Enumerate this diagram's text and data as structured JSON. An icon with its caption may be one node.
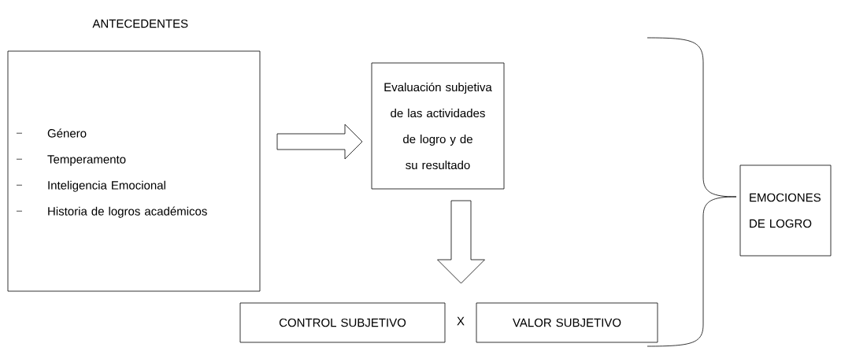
{
  "diagram": {
    "nodes": [
      {
        "text": [
          "ANTECEDENTES",
          "Género",
          "Temperamento",
          "Inteligencia Emocional",
          "Historia de logros académicos"
        ]
      },
      {
        "text": [
          "Evaluación subjetiva de las actividades de logro y de su resultado"
        ]
      },
      {
        "text": [
          "CONTROL SUBJETIVO"
        ]
      },
      {
        "text": [
          "VALOR SUBJETIVO"
        ]
      },
      {
        "text": [
          "EMOCIONES DE LOGRO"
        ]
      }
    ],
    "edges": [
      {
        "from": 0,
        "to": 1,
        "arrow": "to"
      },
      {
        "from": 1,
        "to": null,
        "arrow": "to"
      }
    ],
    "labels": [
      "X"
    ]
  }
}
